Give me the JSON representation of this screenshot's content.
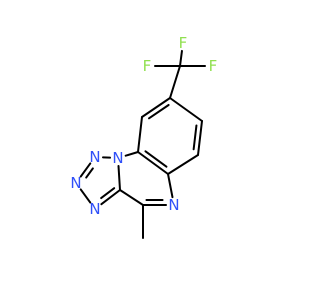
{
  "molecule": {
    "atoms": [
      {
        "id": "f_top",
        "element": "F",
        "label": "F",
        "color": "#90e050"
      },
      {
        "id": "f_left",
        "element": "F",
        "label": "F",
        "color": "#90e050"
      },
      {
        "id": "f_right",
        "element": "F",
        "label": "F",
        "color": "#90e050"
      },
      {
        "id": "n_t1",
        "element": "N",
        "label": "N",
        "color": "#3050f8"
      },
      {
        "id": "n_t2",
        "element": "N",
        "label": "N",
        "color": "#3050f8"
      },
      {
        "id": "n_t3",
        "element": "N",
        "label": "N",
        "color": "#3050f8"
      },
      {
        "id": "n_ring",
        "element": "N",
        "label": "N",
        "color": "#3050f8"
      },
      {
        "id": "n_fused",
        "element": "N",
        "label": "N",
        "color": "#3050f8"
      }
    ],
    "bond_color": "#000000"
  }
}
